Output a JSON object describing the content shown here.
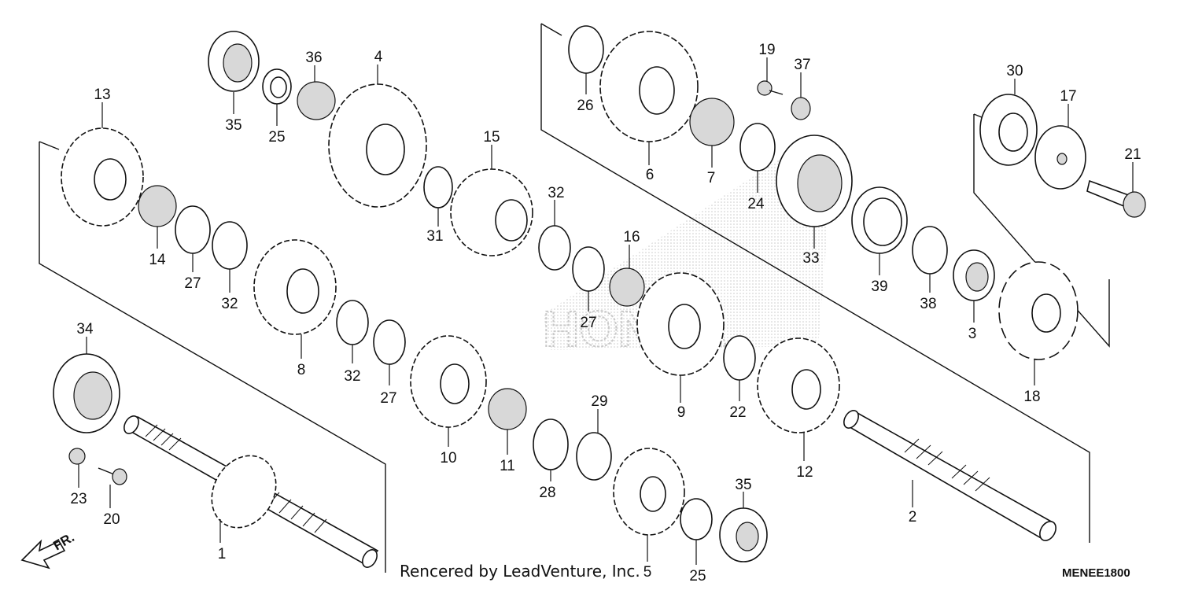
{
  "footer": {
    "credit": "Rencered by LeadVenture, Inc.",
    "code": "MENEE1800",
    "direction": "FR."
  },
  "watermark": "HONDA",
  "colors": {
    "line": "#111111",
    "shade": "#d8d8d8",
    "watermark": "#c9c9c9"
  },
  "parts": [
    {
      "key": "p1",
      "label": "1"
    },
    {
      "key": "p2",
      "label": "2"
    },
    {
      "key": "p3",
      "label": "3"
    },
    {
      "key": "p4",
      "label": "4"
    },
    {
      "key": "p5",
      "label": "5"
    },
    {
      "key": "p6",
      "label": "6"
    },
    {
      "key": "p7",
      "label": "7"
    },
    {
      "key": "p8",
      "label": "8"
    },
    {
      "key": "p9",
      "label": "9"
    },
    {
      "key": "p10",
      "label": "10"
    },
    {
      "key": "p11",
      "label": "11"
    },
    {
      "key": "p12",
      "label": "12"
    },
    {
      "key": "p13",
      "label": "13"
    },
    {
      "key": "p14",
      "label": "14"
    },
    {
      "key": "p15",
      "label": "15"
    },
    {
      "key": "p16",
      "label": "16"
    },
    {
      "key": "p17",
      "label": "17"
    },
    {
      "key": "p18",
      "label": "18"
    },
    {
      "key": "p19",
      "label": "19"
    },
    {
      "key": "p20",
      "label": "20"
    },
    {
      "key": "p21",
      "label": "21"
    },
    {
      "key": "p22",
      "label": "22"
    },
    {
      "key": "p23",
      "label": "23"
    },
    {
      "key": "p24",
      "label": "24"
    },
    {
      "key": "p25a",
      "label": "25"
    },
    {
      "key": "p25b",
      "label": "25"
    },
    {
      "key": "p26",
      "label": "26"
    },
    {
      "key": "p27a",
      "label": "27"
    },
    {
      "key": "p27b",
      "label": "27"
    },
    {
      "key": "p27c",
      "label": "27"
    },
    {
      "key": "p28",
      "label": "28"
    },
    {
      "key": "p29",
      "label": "29"
    },
    {
      "key": "p30",
      "label": "30"
    },
    {
      "key": "p31",
      "label": "31"
    },
    {
      "key": "p32a",
      "label": "32"
    },
    {
      "key": "p32b",
      "label": "32"
    },
    {
      "key": "p32c",
      "label": "32"
    },
    {
      "key": "p33",
      "label": "33"
    },
    {
      "key": "p34",
      "label": "34"
    },
    {
      "key": "p35a",
      "label": "35"
    },
    {
      "key": "p35b",
      "label": "35"
    },
    {
      "key": "p36",
      "label": "36"
    },
    {
      "key": "p37",
      "label": "37"
    },
    {
      "key": "p38",
      "label": "38"
    },
    {
      "key": "p39",
      "label": "39"
    }
  ]
}
